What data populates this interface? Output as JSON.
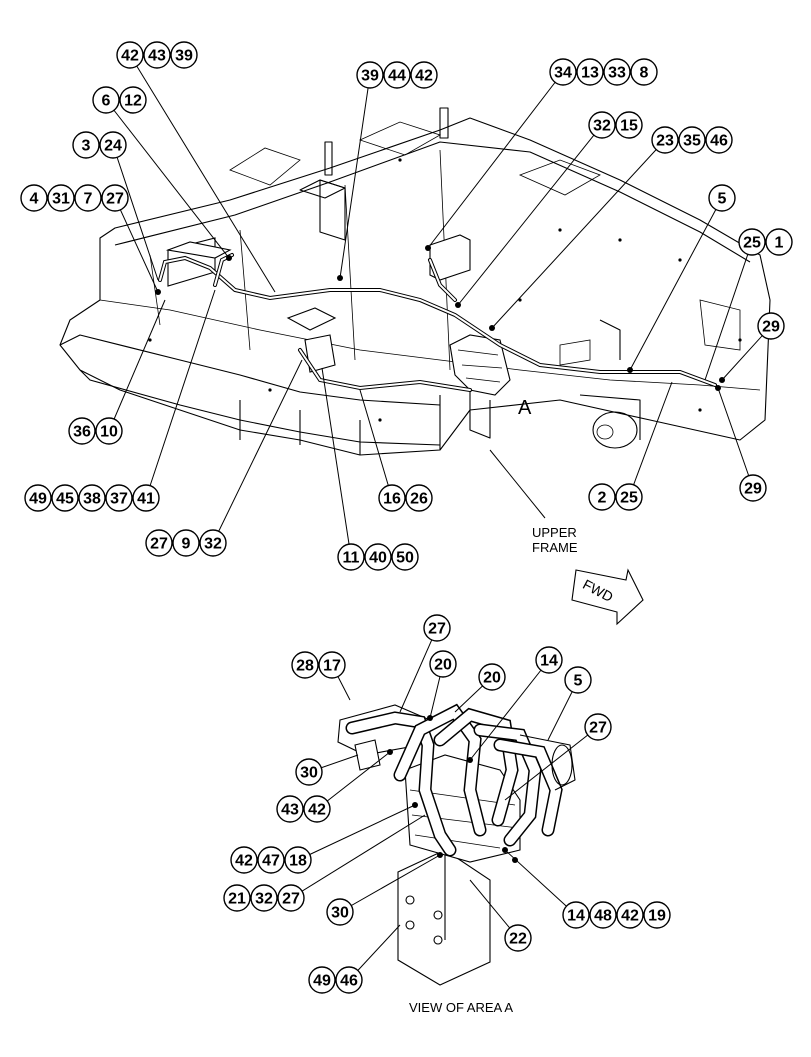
{
  "callouts": {
    "top": [
      [
        "42",
        "43",
        "39"
      ],
      [
        "6",
        "12"
      ],
      [
        "3",
        "24"
      ],
      [
        "4",
        "31",
        "7",
        "27"
      ],
      [
        "39",
        "44",
        "42"
      ],
      [
        "34",
        "13",
        "33",
        "8"
      ],
      [
        "32",
        "15"
      ],
      [
        "23",
        "35",
        "46"
      ],
      [
        "5"
      ],
      [
        "25",
        "1"
      ],
      [
        "29"
      ],
      [
        "29"
      ],
      [
        "2",
        "25"
      ],
      [
        "36",
        "10"
      ],
      [
        "49",
        "45",
        "38",
        "37",
        "41"
      ],
      [
        "27",
        "9",
        "32"
      ],
      [
        "16",
        "26"
      ],
      [
        "11",
        "40",
        "50"
      ]
    ],
    "detail": [
      [
        "27"
      ],
      [
        "28",
        "17"
      ],
      [
        "20"
      ],
      [
        "20"
      ],
      [
        "14"
      ],
      [
        "5"
      ],
      [
        "27"
      ],
      [
        "30"
      ],
      [
        "43",
        "42"
      ],
      [
        "42",
        "47",
        "18"
      ],
      [
        "21",
        "32",
        "27"
      ],
      [
        "30"
      ],
      [
        "14",
        "48",
        "42",
        "19"
      ],
      [
        "22"
      ],
      [
        "49",
        "46"
      ]
    ]
  },
  "labels": {
    "area_marker": "A",
    "upper_frame_line1": "UPPER",
    "upper_frame_line2": "FRAME",
    "fwd": "FWD",
    "view_caption": "VIEW OF AREA A"
  },
  "colors": {
    "ink": "#000000",
    "paper": "#ffffff"
  }
}
